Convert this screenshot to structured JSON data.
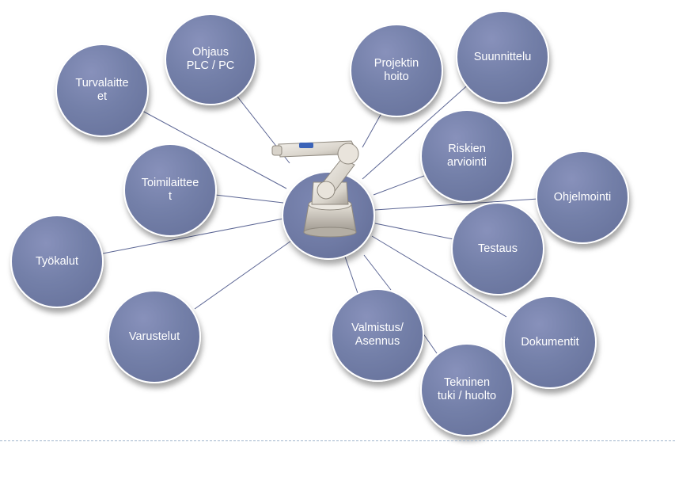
{
  "diagram": {
    "center": "robot-arm",
    "nodes": [
      {
        "id": "ohjaus",
        "label": "Ohjaus\nPLC / PC"
      },
      {
        "id": "projektinhoito",
        "label": "Projektin\nhoito"
      },
      {
        "id": "suunnittelu",
        "label": "Suunnittelu"
      },
      {
        "id": "turvalaitteet",
        "label": "Turvalaitte\net"
      },
      {
        "id": "riskienarviointi",
        "label": "Riskien\narviointi"
      },
      {
        "id": "toimilaitteet",
        "label": "Toimilaittee\nt"
      },
      {
        "id": "ohjelmointi",
        "label": "Ohjelmointi"
      },
      {
        "id": "tyokalut",
        "label": "Työkalut"
      },
      {
        "id": "testaus",
        "label": "Testaus"
      },
      {
        "id": "varustelut",
        "label": "Varustelut"
      },
      {
        "id": "valmistus",
        "label": "Valmistus/\nAsennus"
      },
      {
        "id": "dokumentit",
        "label": "Dokumentit"
      },
      {
        "id": "tekninentuki",
        "label": "Tekninen\ntuki / huolto"
      }
    ],
    "colors": {
      "node_fill": "#7480a9",
      "node_border": "#ffffff",
      "connector": "#5c6694",
      "text": "#ffffff",
      "footer_rule": "#9fb4cc"
    }
  }
}
